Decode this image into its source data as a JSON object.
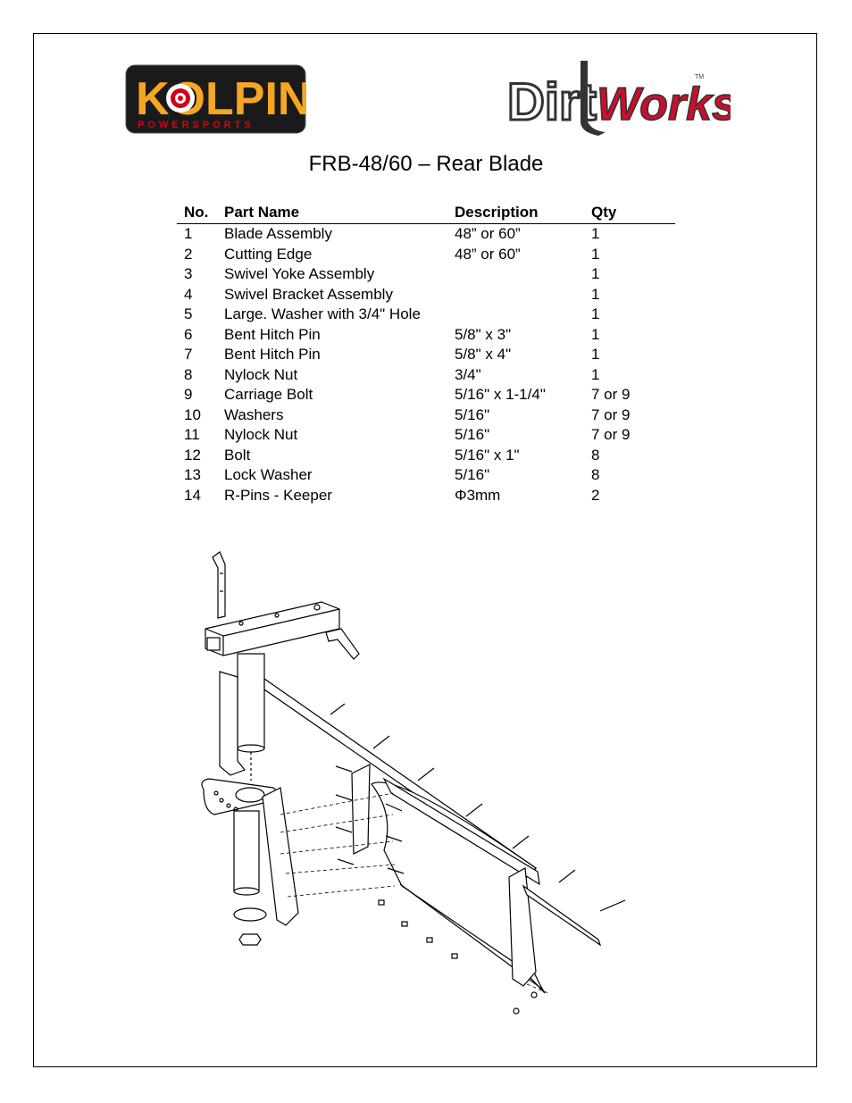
{
  "logos": {
    "kolpin": {
      "name": "KOLPIN",
      "tagline": "POWERSPORTS"
    },
    "dirtworks": {
      "name_part1": "Dirt",
      "name_part2": "Works",
      "trademark": "TM"
    }
  },
  "title": "FRB-48/60 – Rear Blade",
  "table": {
    "headers": {
      "no": "No.",
      "part_name": "Part Name",
      "description": "Description",
      "qty": "Qty"
    },
    "rows": [
      {
        "no": "1",
        "part_name": "Blade Assembly",
        "description": "48” or 60”",
        "qty": "1"
      },
      {
        "no": "2",
        "part_name": "Cutting Edge",
        "description": "48” or 60”",
        "qty": "1"
      },
      {
        "no": "3",
        "part_name": "Swivel Yoke Assembly",
        "description": "",
        "qty": "1"
      },
      {
        "no": "4",
        "part_name": "Swivel Bracket Assembly",
        "description": "",
        "qty": "1"
      },
      {
        "no": "5",
        "part_name": "Large. Washer with 3/4\" Hole",
        "description": "",
        "qty": "1"
      },
      {
        "no": "6",
        "part_name": "Bent Hitch Pin",
        "description": "5/8\" x 3\"",
        "qty": "1"
      },
      {
        "no": "7",
        "part_name": "Bent Hitch Pin",
        "description": "5/8\" x 4\"",
        "qty": "1"
      },
      {
        "no": "8",
        "part_name": "Nylock Nut",
        "description": "3/4\"",
        "qty": "1"
      },
      {
        "no": "9",
        "part_name": "Carriage Bolt",
        "description": "5/16\" x 1-1/4\"",
        "qty": "7 or 9"
      },
      {
        "no": "10",
        "part_name": "Washers",
        "description": "5/16\"",
        "qty": "7 or 9"
      },
      {
        "no": "11",
        "part_name": "Nylock Nut",
        "description": "5/16\"",
        "qty": "7 or 9"
      },
      {
        "no": "12",
        "part_name": "Bolt",
        "description": "5/16\"  x 1\"",
        "qty": "8"
      },
      {
        "no": "13",
        "part_name": "Lock Washer",
        "description": "5/16\"",
        "qty": "8"
      },
      {
        "no": "14",
        "part_name": "R-Pins - Keeper",
        "description": "Φ3mm",
        "qty": "2"
      }
    ]
  },
  "colors": {
    "kolpin_bg": "#1a1a1a",
    "kolpin_text": "#f5a623",
    "kolpin_red": "#d0021b",
    "dirtworks_red": "#c8102e",
    "dirtworks_gray": "#333333"
  }
}
